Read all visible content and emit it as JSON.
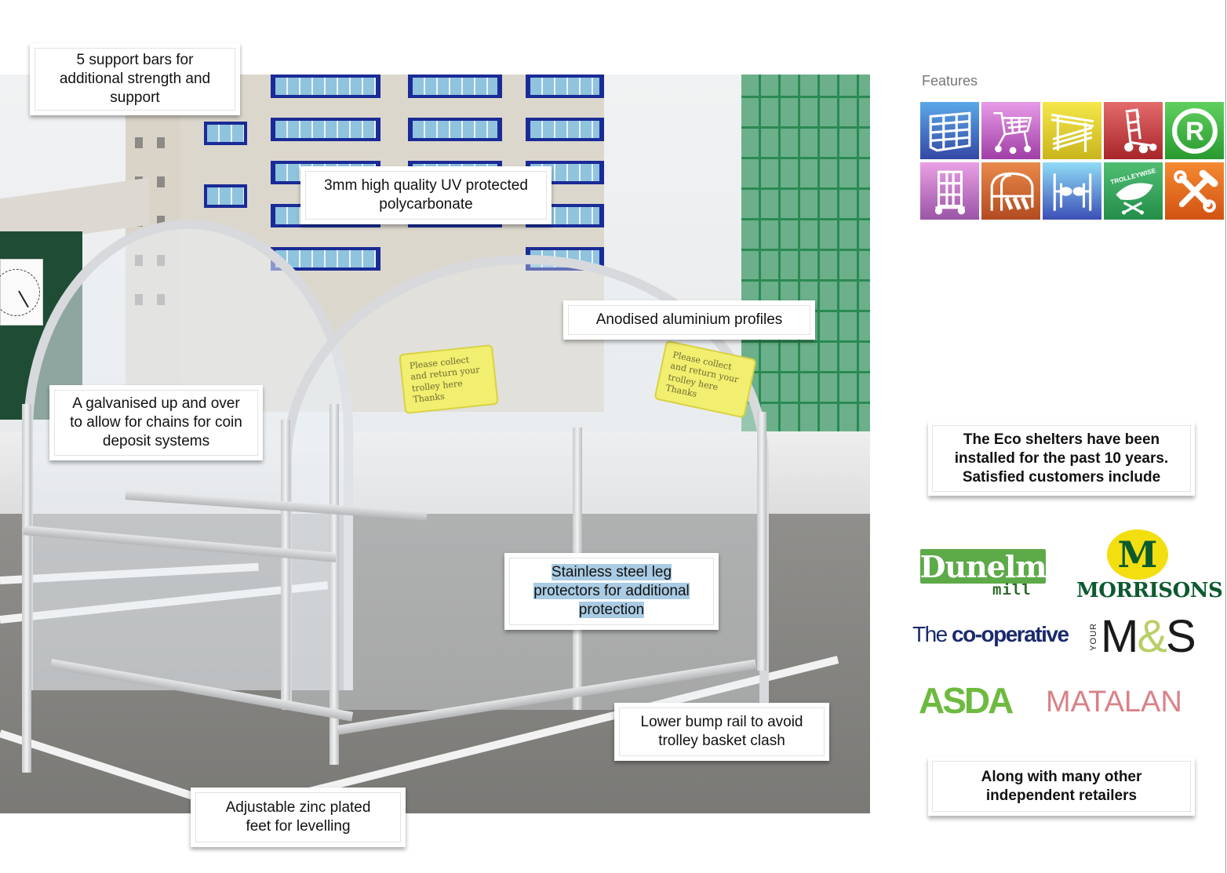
{
  "photo": {
    "subject": "trolley shelter on rooftop car park",
    "sign_left_text": "Please collect and return your trolley here Thanks",
    "sign_right_text": "Please collect and return your trolley here Thanks"
  },
  "callouts": [
    {
      "id": "support-bars",
      "text": "5 support bars for additional strength and support",
      "highlighted": false
    },
    {
      "id": "polycarbonate",
      "text": "3mm high quality UV protected polycarbonate",
      "highlighted": false
    },
    {
      "id": "aluminium",
      "text": "Anodised aluminium profiles",
      "highlighted": false
    },
    {
      "id": "galvanised",
      "text": "A galvanised up and over to allow for chains for coin deposit systems",
      "highlighted": false
    },
    {
      "id": "leg-protectors",
      "text": "Stainless steel leg protectors for additional protection",
      "highlighted": true
    },
    {
      "id": "bump-rail",
      "text": "Lower bump rail to avoid trolley basket clash",
      "highlighted": false
    },
    {
      "id": "feet",
      "text": "Adjustable zinc plated feet for levelling",
      "highlighted": false
    }
  ],
  "callout_lines": {
    "support_bars": [
      "5 support bars for",
      "additional strength and",
      "support"
    ],
    "polycarbonate": [
      "3mm high quality UV protected",
      "polycarbonate"
    ],
    "aluminium": [
      "Anodised aluminium profiles"
    ],
    "galvanised": [
      "A galvanised up and over",
      "to allow for chains for coin",
      "deposit systems"
    ],
    "leg_protectors": [
      "Stainless steel leg",
      "protectors for additional",
      "protection"
    ],
    "bump_rail": [
      "Lower bump rail to avoid",
      "trolley basket clash"
    ],
    "feet": [
      "Adjustable zinc plated",
      "feet for levelling"
    ]
  },
  "features": {
    "title": "Features",
    "tiles": [
      {
        "icon": "car-park-building-icon",
        "color_top": "#5aa8e8",
        "color_bottom": "#3448a6"
      },
      {
        "icon": "shopping-trolley-icon",
        "color_top": "#e79be8",
        "color_bottom": "#a03ea6"
      },
      {
        "icon": "barrier-rails-icon",
        "color_top": "#f5e74a",
        "color_bottom": "#c8b51c"
      },
      {
        "icon": "airport-trolley-icon",
        "color_top": "#e46b6b",
        "color_bottom": "#a8252a"
      },
      {
        "icon": "registered-trademark-icon",
        "color_top": "#5fd05f",
        "color_bottom": "#2a9a30"
      },
      {
        "icon": "roll-cage-icon",
        "color_top": "#eaa0e4",
        "color_bottom": "#9a54a6"
      },
      {
        "icon": "trolley-shelter-icon",
        "color_top": "#e98a4a",
        "color_bottom": "#b24a20"
      },
      {
        "icon": "trolley-bay-entry-icon",
        "color_top": "#8fdcf6",
        "color_bottom": "#3c4fb6"
      },
      {
        "icon": "trolleywise-leaf-icon",
        "color_top": "#4fbd72",
        "color_bottom": "#248e4a",
        "label": "TROLLEYWISE"
      },
      {
        "icon": "tools-icon",
        "color_top": "#f48a32",
        "color_bottom": "#d25212"
      }
    ]
  },
  "customers": {
    "intro_lines": [
      "The Eco shelters have been",
      "installed for the past 10 years.",
      "Satisfied customers include"
    ],
    "logos": {
      "dunelm": {
        "main": "Dunelm",
        "sub": "mill"
      },
      "morrisons": {
        "badge": "M",
        "name": "MORRISONS"
      },
      "coop": {
        "prefix": "The ",
        "name": "co-operative"
      },
      "ms": {
        "vertical": "YOUR",
        "left": "M",
        "amp": "&",
        "right": "S"
      },
      "asda": {
        "name": "ASDA"
      },
      "matalan": {
        "name": "MATALAN"
      }
    },
    "outro_lines": [
      "Along with many other",
      "independent retailers"
    ]
  }
}
